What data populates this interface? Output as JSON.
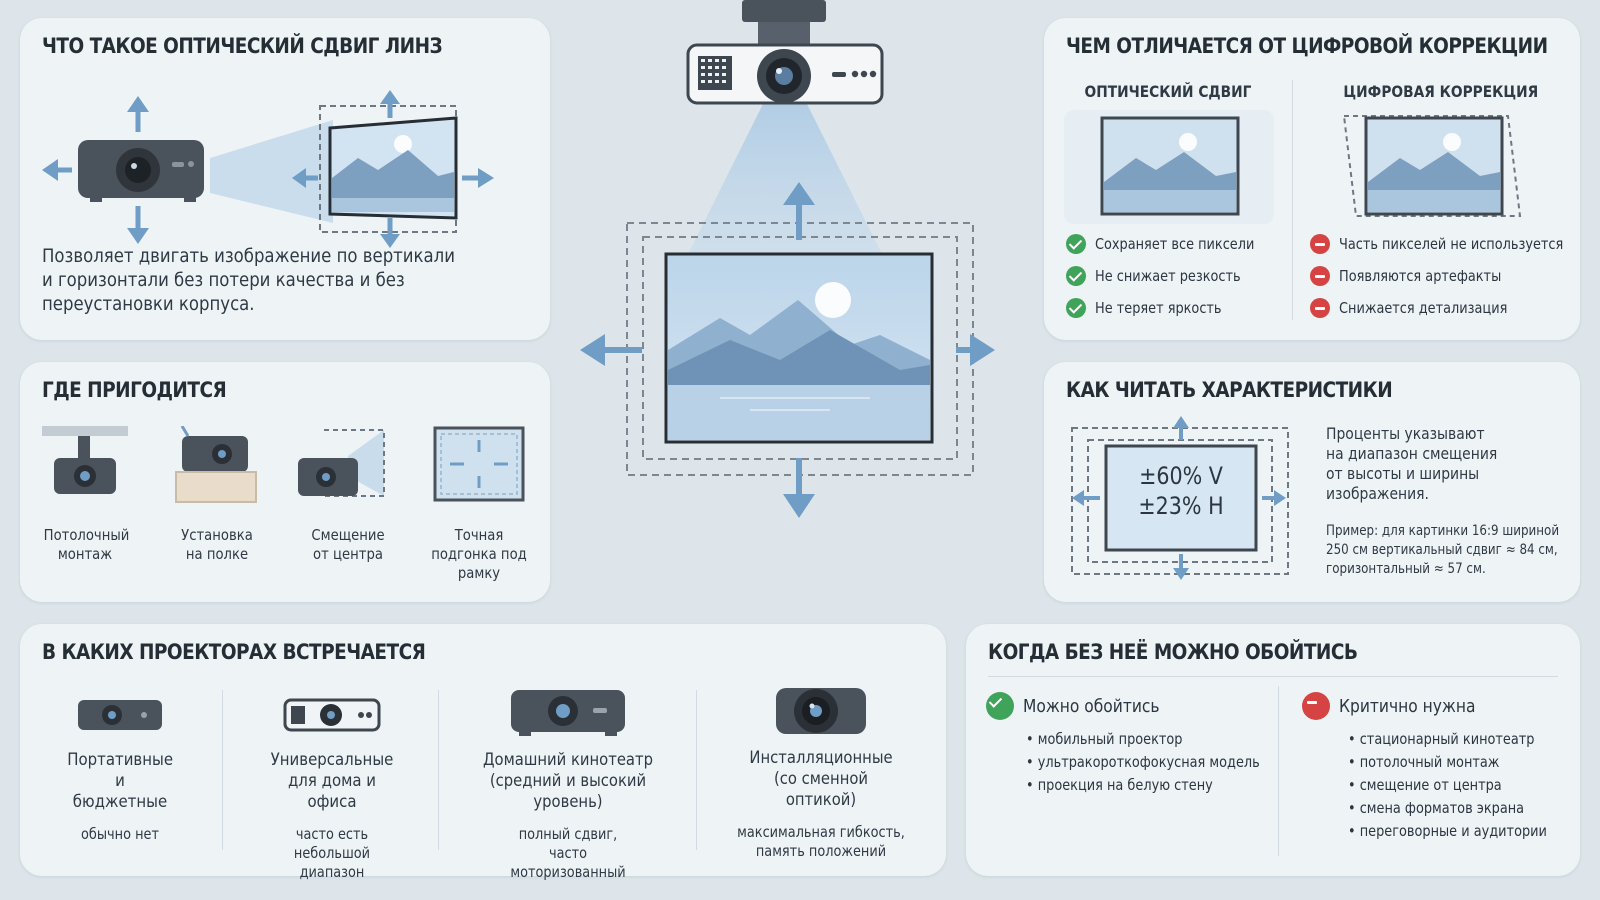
{
  "cards": {
    "what_is": {
      "title": "ЧТО ТАКОЕ ОПТИЧЕСКИЙ СДВИГ ЛИНЗ",
      "description": "Позволяет двигать изображение по вертикали и горизонтали без потери качества и без переустановки корпуса."
    },
    "where": {
      "title": "ГДЕ ПРИГОДИТСЯ",
      "items": [
        {
          "label": "Потолочный монтаж",
          "icon": "ceiling-projector-icon"
        },
        {
          "label": "Установка на полке",
          "icon": "shelf-projector-icon"
        },
        {
          "label": "Смещение от центра",
          "icon": "offcenter-projector-icon"
        },
        {
          "label": "Точная подгонка под рамку",
          "icon": "frame-fit-icon"
        }
      ]
    },
    "difference": {
      "title": "ЧЕМ ОТЛИЧАЕТСЯ ОТ ЦИФРОВОЙ КОРРЕКЦИИ",
      "optical": {
        "heading": "ОПТИЧЕСКИЙ СДВИГ",
        "pros": [
          "Сохраняет все пиксели",
          "Не снижает резкость",
          "Не теряет яркость"
        ]
      },
      "digital": {
        "heading": "ЦИФРОВАЯ КОРРЕКЦИЯ",
        "cons": [
          "Часть пикселей не используется",
          "Появляются артефакты",
          "Снижается детализация"
        ]
      }
    },
    "specs": {
      "title": "КАК ЧИТАТЬ ХАРАКТЕРИСТИКИ",
      "value_v": "±60% V",
      "value_h": "±23% H",
      "explanation": "Проценты указывают на диапазон смещения от высоты и ширины изображения.",
      "example": "Пример: для картинки 16:9 шириной 250 см вертикальный сдвиг ≈ 84 см, горизонтальный ≈ 57 см."
    },
    "projectors": {
      "title": "В КАКИХ ПРОЕКТОРАХ ВСТРЕЧАЕТСЯ",
      "items": [
        {
          "name": "Портативные и бюджетные",
          "note": "обычно нет",
          "icon": "portable-projector-icon"
        },
        {
          "name": "Универсальные для дома и офиса",
          "note": "часто есть небольшой диапазон",
          "icon": "universal-projector-icon"
        },
        {
          "name": "Домашний кинотеатр (средний и высокий уровень)",
          "note": "полный сдвиг, часто моторизованный",
          "icon": "home-cinema-projector-icon"
        },
        {
          "name": "Инсталляционные (со сменной оптикой)",
          "note": "максимальная гибкость, память положений",
          "icon": "installation-projector-icon"
        }
      ]
    },
    "when_without": {
      "title": "КОГДА БЕЗ НЕЁ МОЖНО ОБОЙТИСЬ",
      "can": {
        "heading": "Можно обойтись",
        "items": [
          "мобильный проектор",
          "ультракороткофокусная модель",
          "проекция на белую стену"
        ]
      },
      "critical": {
        "heading": "Критично нужна",
        "items": [
          "стационарный кинотеатр",
          "потолочный монтаж",
          "смещение от центра",
          "смена форматов экрана",
          "переговорные и аудитории"
        ]
      }
    }
  },
  "colors": {
    "background": "#dde5ea",
    "card": "#eef3f6",
    "accent_blue": "#6f9dc5",
    "check_green": "#3fa45a",
    "minus_red": "#d64343"
  }
}
